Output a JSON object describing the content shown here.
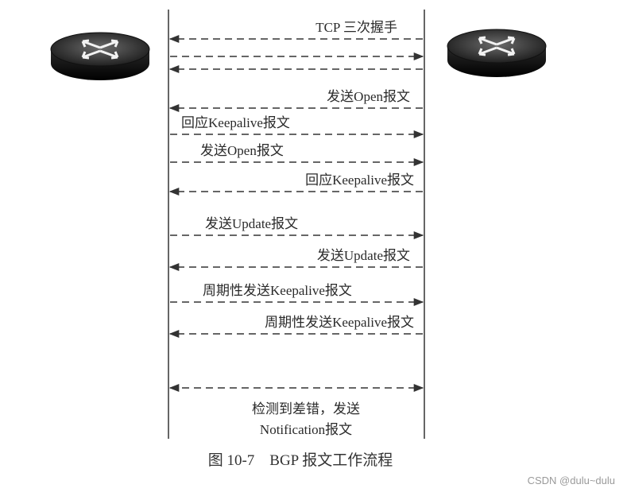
{
  "messages": [
    {
      "label": "TCP 三次握手",
      "direction": "left"
    },
    {
      "label": "",
      "direction": "right"
    },
    {
      "label": "",
      "direction": "left"
    },
    {
      "label": "发送Open报文",
      "direction": "left"
    },
    {
      "label": "回应Keepalive报文",
      "direction": "right"
    },
    {
      "label": "发送Open报文",
      "direction": "right"
    },
    {
      "label": "回应Keepalive报文",
      "direction": "left"
    },
    {
      "label": "发送Update报文",
      "direction": "right"
    },
    {
      "label": "发送Update报文",
      "direction": "left"
    },
    {
      "label": "周期性发送Keepalive报文",
      "direction": "right"
    },
    {
      "label": "周期性发送Keepalive报文",
      "direction": "left"
    },
    {
      "label": "",
      "direction": "both"
    }
  ],
  "notification": {
    "line1": "检测到差错，发送",
    "line2": "Notification报文"
  },
  "caption": "图 10-7　BGP 报文工作流程",
  "watermark": "CSDN @dulu~dulu",
  "router_color": "#1c1c1c",
  "line_color": "#333333"
}
